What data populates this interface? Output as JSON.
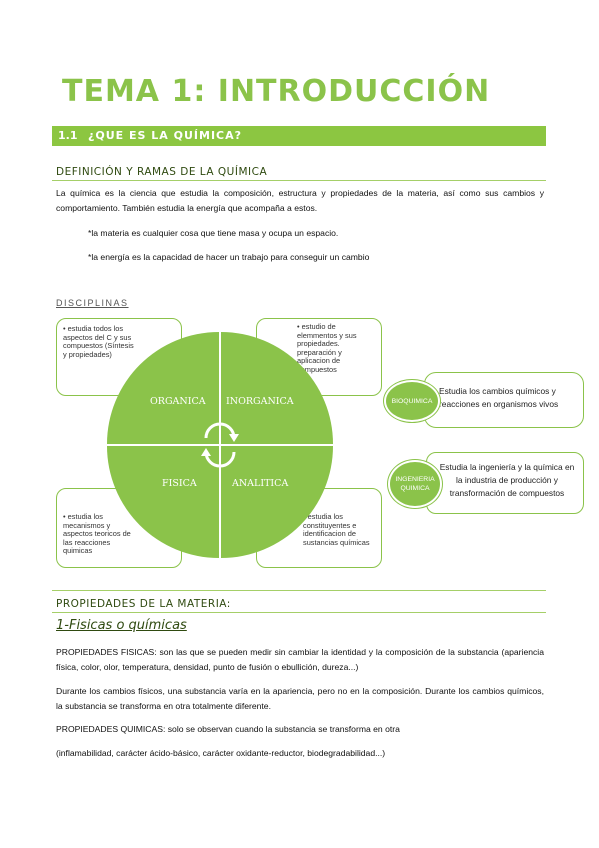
{
  "title": "TEMA 1: INTRODUCCIÓN",
  "section": {
    "number": "1.1",
    "title": "¿QUE ES LA QUÍMICA?"
  },
  "definition": {
    "heading": "DEFINICIÓN Y RAMAS DE LA QUÍMICA",
    "paragraph": "La química es la ciencia que estudia la composición, estructura y propiedades de la materia, así como sus cambios y comportamiento. También estudia la energía que acompaña a estos.",
    "note_matter": "*la materia es cualquier cosa que tiene masa y ocupa un espacio.",
    "note_energy": "*la energía es la capacidad de hacer un trabajo para conseguir un cambio"
  },
  "disciplines": {
    "label": "DISCIPLINAS",
    "quadrants": {
      "organica": "ORGANICA",
      "inorganica": "INORGANICA",
      "fisica": "FISICA",
      "analitica": "ANALITICA"
    },
    "boxes": {
      "organica": "• estudia todos los aspectos del C y sus compuestos (Síntesis y propiedades)",
      "inorganica": "• estudio de elemmentos y sus propiedades. preparación y aplicacion de compuestos",
      "fisica": "• estudia los mecanismos y aspectos teoricos de las reacciones quimicas",
      "analitica": "• estudia los constituyentes e identificacion de sustancias químicas"
    },
    "bioquimica": {
      "label": "BIOQUIMICA",
      "description": "Estudia los cambios químicos y reacciones en organismos vivos"
    },
    "ingenieria": {
      "label": "INGENIERIA QUIMICA",
      "description": "Estudia la ingeniería y la química en la industria de producción y transformación de compuestos"
    }
  },
  "properties": {
    "heading": "PROPIEDADES DE LA MATERIA:",
    "subheading": "1-Fisicas o químicas",
    "physical": "PROPIEDADES FISICAS: son las que se pueden medir sin cambiar la identidad y la composición de la substancia (apariencia física, color, olor, temperatura, densidad, punto de fusión o ebullición, dureza...)",
    "changes": "Durante los cambios físicos, una substancia varía en la apariencia, pero no en la composición. Durante los cambios químicos, la substancia se transforma en otra totalmente diferente.",
    "chemical": "PROPIEDADES QUIMICAS: solo se observan cuando la substancia se transforma en otra",
    "chemical_examples": "(inflamabilidad, carácter ácido-básico, carácter oxidante-reductor, biodegradabilidad...)"
  },
  "colors": {
    "accent": "#8bc34a",
    "banner": "#8cc641",
    "heading": "#2f4a10"
  }
}
